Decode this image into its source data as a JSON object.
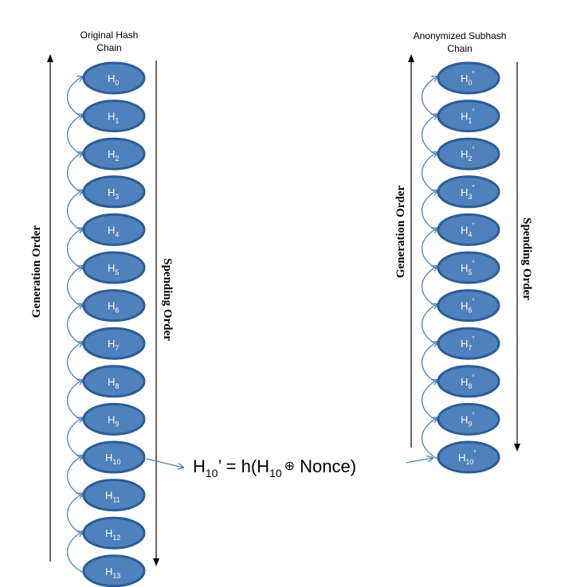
{
  "left_chain": {
    "title_line1": "Original Hash",
    "title_line2": "Chain",
    "nodes": [
      {
        "base": "H",
        "sub": "0",
        "prime": ""
      },
      {
        "base": "H",
        "sub": "1",
        "prime": ""
      },
      {
        "base": "H",
        "sub": "2",
        "prime": ""
      },
      {
        "base": "H",
        "sub": "3",
        "prime": ""
      },
      {
        "base": "H",
        "sub": "4",
        "prime": ""
      },
      {
        "base": "H",
        "sub": "5",
        "prime": ""
      },
      {
        "base": "H",
        "sub": "6",
        "prime": ""
      },
      {
        "base": "H",
        "sub": "7",
        "prime": ""
      },
      {
        "base": "H",
        "sub": "8",
        "prime": ""
      },
      {
        "base": "H",
        "sub": "9",
        "prime": ""
      },
      {
        "base": "H",
        "sub": "10",
        "prime": ""
      },
      {
        "base": "H",
        "sub": "11",
        "prime": ""
      },
      {
        "base": "H",
        "sub": "12",
        "prime": ""
      },
      {
        "base": "H",
        "sub": "13",
        "prime": ""
      }
    ],
    "generation_label": "Generation Order",
    "spending_label": "Spending Order"
  },
  "right_chain": {
    "title_line1": "Anonymized Subhash",
    "title_line2": "Chain",
    "nodes": [
      {
        "base": "H",
        "sub": "0",
        "prime": "’"
      },
      {
        "base": "H",
        "sub": "1",
        "prime": "’"
      },
      {
        "base": "H",
        "sub": "2",
        "prime": "’"
      },
      {
        "base": "H",
        "sub": "3",
        "prime": "’"
      },
      {
        "base": "H",
        "sub": "4",
        "prime": "’"
      },
      {
        "base": "H",
        "sub": "5",
        "prime": "’"
      },
      {
        "base": "H",
        "sub": "6",
        "prime": "’"
      },
      {
        "base": "H",
        "sub": "7",
        "prime": "’"
      },
      {
        "base": "H",
        "sub": "8",
        "prime": "’"
      },
      {
        "base": "H",
        "sub": "9",
        "prime": "’"
      },
      {
        "base": "H",
        "sub": "10",
        "prime": "’"
      }
    ],
    "generation_label": "Generation Order",
    "spending_label": "Spending Order"
  },
  "formula": {
    "lhs_base": "H",
    "lhs_sub": "10",
    "lhs_rest": "’ = h(H",
    "rhs_sub": "10",
    "oplus": "⊕",
    "rhs_rest": " Nonce)"
  },
  "colors": {
    "node_fill": "#4f81bd",
    "node_stroke": "#2c5d96",
    "connector": "#4f81bd"
  }
}
